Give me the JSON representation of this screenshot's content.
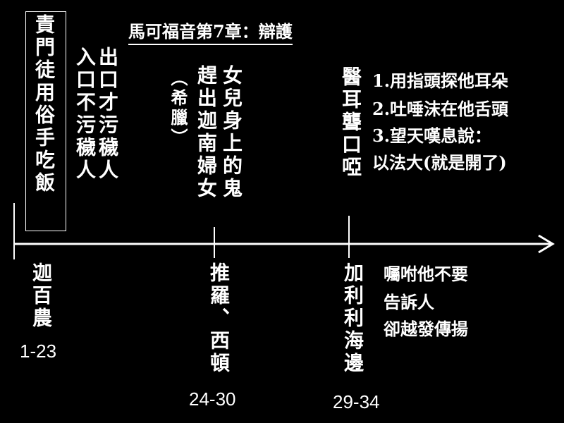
{
  "title": "馬可福音第7章：辯護",
  "events": {
    "hand_washing": "責門徒用俗手吃飯",
    "defile_col1": "出口才污穢人",
    "defile_col2": "入口不污穢人",
    "daughter_col1": "女兒身上的鬼",
    "daughter_col2": "趕出迦南婦女",
    "daughter_col3": "（希臘）",
    "deaf_mute": "醫耳聾口啞",
    "healing_steps": [
      "1.用指頭探他耳朵",
      "2.吐唾沫在他舌頭",
      "3.望天嘆息說：",
      "以法大(就是開了)"
    ]
  },
  "places": {
    "capernaum": "迦百農",
    "tyre_sidon": "推羅、西頓",
    "galilee_sea": "加利利海邊"
  },
  "refs": {
    "r1": "1-23",
    "r2": "24-30",
    "r3": "29-34"
  },
  "instruction": [
    "囑咐他不要",
    "告訴人",
    "卻越發傳揚"
  ]
}
